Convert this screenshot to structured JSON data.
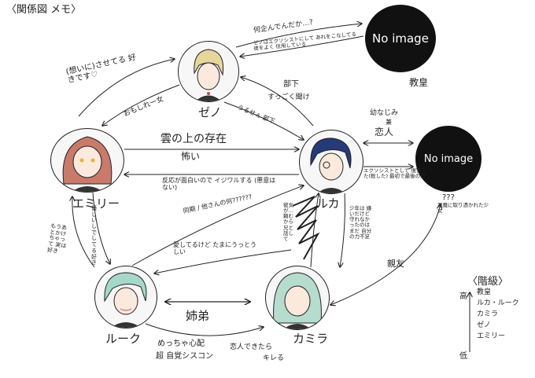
{
  "title": "〈関係図 メモ〉",
  "nodes": {
    "zero": {
      "name": "ゼノ",
      "label": "ゼノ"
    },
    "emily": {
      "name": "エミリー",
      "label": "エミリー"
    },
    "luka": {
      "name": "ルカ",
      "label": "ルカ"
    },
    "luke": {
      "name": "ルーク",
      "label": "ルーク"
    },
    "kamira": {
      "name": "カミラ",
      "label": "カミラ"
    },
    "teacher": {
      "placeholder": "No image",
      "label": "教皇"
    },
    "lover": {
      "placeholder": "No image",
      "label": "???"
    }
  },
  "edges": {
    "zero_to_teacher": "何企んでんだか…?",
    "teacher_to_zero": "ゼノはエクソシストにして あれをこなしてる 彼をよく 信用している",
    "emily_to_zero": "(想いに)させてる 好きです♡",
    "zero_to_emily": "おもしれー女",
    "luka_to_zero_1": "部下",
    "luka_to_zero_2": "すっごく聞け",
    "zero_to_luka": "うるせぇ 部下",
    "emily_to_luka_1": "雲の上の存在",
    "emily_to_luka_2": "怖い",
    "luka_to_emily": "反応が面白いので イジワルする (悪意はない)",
    "luka_lover_1": "幼なじみ",
    "luka_lover_2": "兼",
    "luka_lover_3": "恋人",
    "luka_lover_4": "エクソシストとして 復讐した(殺した) 最初で最後の恋",
    "lover_note": "悪魔に取り憑かれた少女",
    "emily_to_luke": "優しいしで してる 好き",
    "luke_to_emily": "もうあとかけちゃって 実は好き",
    "luke_to_luka": "同期 / 他さんの何??????",
    "luka_to_luke": "愛してるけど たまにうっとうしい",
    "kamira_to_luka": "彼女が… 頼むから 兄と 話して",
    "luka_to_kamira": "少年は 嫌いだけど 守れなかったのは まだ 自分の力不足",
    "luke_kamira": "姉弟",
    "luke_to_kamira_1": "めっちゃ心配",
    "luke_to_kamira_2": "超 自覚シスコン",
    "kamira_to_luke_1": "恋人できたら",
    "kamira_to_luke_2": "キレる",
    "lover_kamira": "親友"
  },
  "legend": {
    "title": "〈階級〉",
    "high": "高",
    "low": "低",
    "items": [
      "教皇",
      "ルカ・ルーク",
      "カミラ",
      "ゼノ",
      "エミリー"
    ]
  },
  "colors": {
    "ink": "#222222",
    "black": "#111111",
    "paper": "#ffffff"
  }
}
